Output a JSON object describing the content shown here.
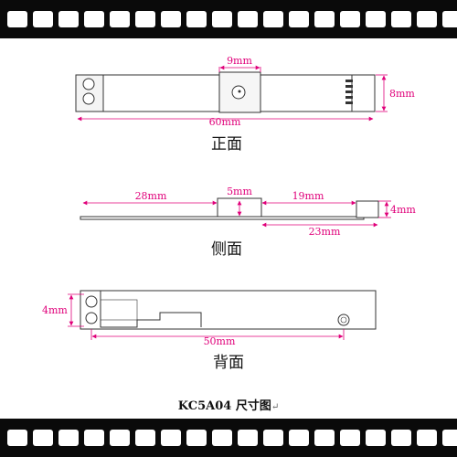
{
  "views": {
    "front": {
      "label": "正面",
      "dims": {
        "lens_width": "9mm",
        "total_length": "60mm",
        "height": "8mm"
      }
    },
    "side": {
      "label": "侧面",
      "dims": {
        "left_length": "28mm",
        "lens_depth": "5mm",
        "mid_length": "19mm",
        "right_length": "23mm",
        "connector_height": "4mm"
      }
    },
    "back": {
      "label": "背面",
      "dims": {
        "height": "4mm",
        "hole_span": "50mm"
      }
    }
  },
  "caption": {
    "text": "KC5A04 尺寸图",
    "return_mark": "↵"
  },
  "colors": {
    "dimension": "#e0007a",
    "outline": "#333333",
    "film": "#0a0a0a"
  }
}
